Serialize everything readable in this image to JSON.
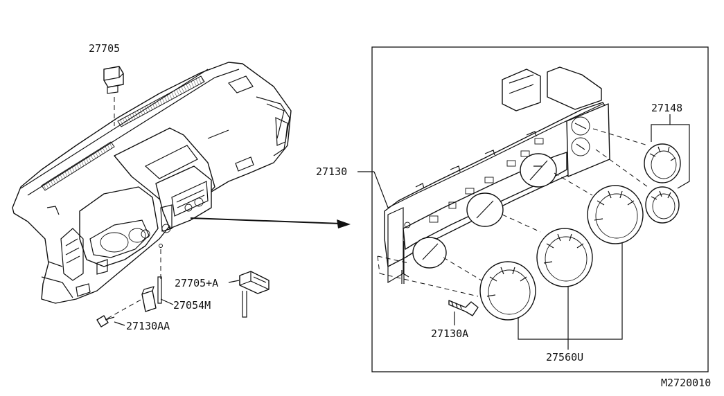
{
  "diagram": {
    "labels": {
      "switch_top": "27705",
      "switch_a": "27705+A",
      "sensor": "27054M",
      "screw_aa": "27130AA",
      "control_unit": "27130",
      "knob_small": "27148",
      "screw_a": "27130A",
      "knob_large": "27560U"
    },
    "drawing_code": "M2720010"
  }
}
